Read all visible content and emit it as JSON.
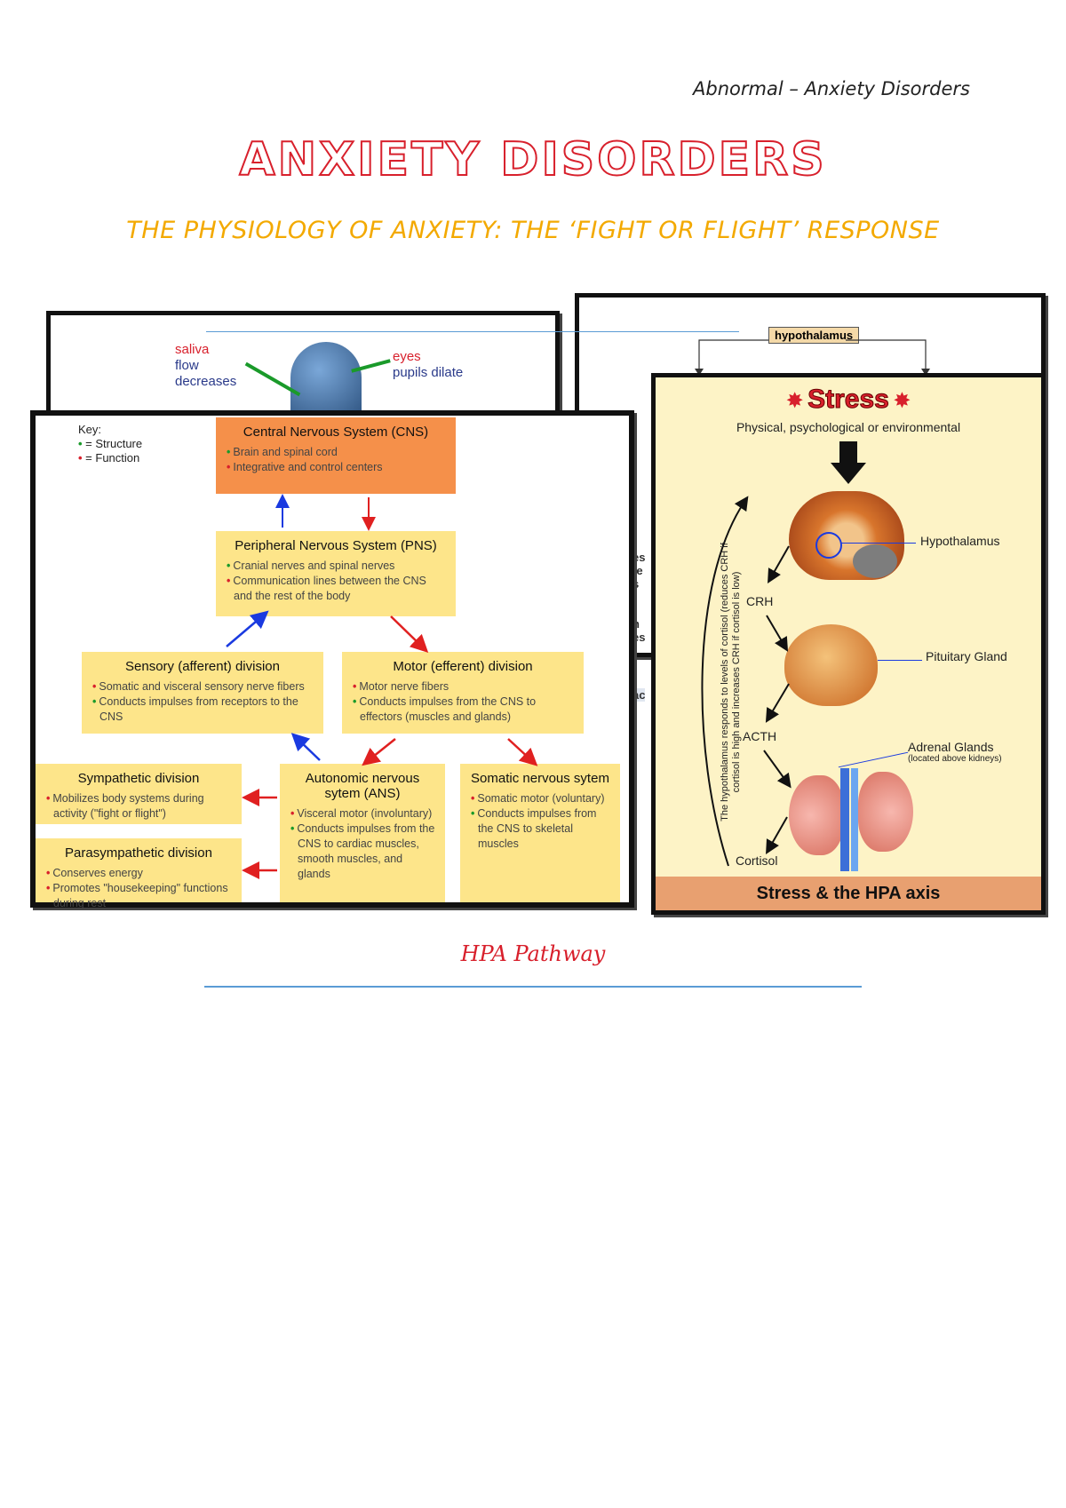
{
  "header": {
    "running_title": "Abnormal – Anxiety Disorders",
    "main_title": "Anxiety Disorders",
    "subtitle": "THE PHYSIOLOGY OF ANXIETY: THE ‘FIGHT OR FLIGHT’ RESPONSE"
  },
  "face_panel": {
    "left_label": [
      "saliva",
      "flow",
      "decreases"
    ],
    "right_label": [
      "eyes",
      "pupils dilate"
    ]
  },
  "top_right_panel": {
    "hypothalamus_label": "hypothalamus"
  },
  "nervous_system": {
    "key_title": "Key:",
    "key_structure": "= Structure",
    "key_function": "= Function",
    "cns": {
      "title": "Central Nervous System (CNS)",
      "items": [
        "Brain and spinal cord",
        "Integrative and control centers"
      ]
    },
    "pns": {
      "title": "Peripheral Nervous System (PNS)",
      "items": [
        "Cranial nerves and spinal nerves",
        "Communication lines between the CNS and the rest of the body"
      ]
    },
    "sensory": {
      "title": "Sensory (afferent) division",
      "items": [
        "Somatic and visceral sensory nerve fibers",
        "Conducts impulses from receptors to the CNS"
      ]
    },
    "motor": {
      "title": "Motor (efferent) division",
      "items": [
        "Motor nerve fibers",
        "Conducts impulses from the CNS to effectors (muscles and glands)"
      ]
    },
    "sympathetic": {
      "title": "Sympathetic division",
      "items": [
        "Mobilizes body systems during activity (\"fight or flight\")"
      ]
    },
    "parasympathetic": {
      "title": "Parasympathetic division",
      "items": [
        "Conserves energy",
        "Promotes \"housekeeping\" functions during rest"
      ]
    },
    "autonomic": {
      "title": "Autonomic nervous sytem (ANS)",
      "items": [
        "Visceral motor (involuntary)",
        "Conducts impulses from the CNS to cardiac muscles, smooth muscles, and glands"
      ]
    },
    "somatic": {
      "title": "Somatic nervous sytem",
      "items": [
        "Somatic motor (voluntary)",
        "Conducts impulses from the CNS to skeletal muscles"
      ]
    }
  },
  "hpa_panel": {
    "title": "Stress",
    "subtitle": "Physical, psychological or environmental",
    "labels": {
      "hypothalamus": "Hypothalamus",
      "crh": "CRH",
      "pituitary": "Pituitary Gland",
      "acth": "ACTH",
      "adrenal": "Adrenal Glands",
      "adrenal_note": "(located above kidneys)",
      "cortisol": "Cortisol"
    },
    "side_note": "The hypothalamus responds to levels of cortisol (reduces CRH if cortisol is high and increases CRH if cortisol is low)",
    "footer": "Stress & the HPA axis"
  },
  "caption": "HPA Pathway",
  "colors": {
    "title_red": "#d8202c",
    "subtitle_gold": "#f3a900",
    "box_yellow": "#fde58a",
    "cns_orange": "#f5904a",
    "hpa_bg": "#fdf3c6",
    "hpa_footer": "#e8a070"
  }
}
